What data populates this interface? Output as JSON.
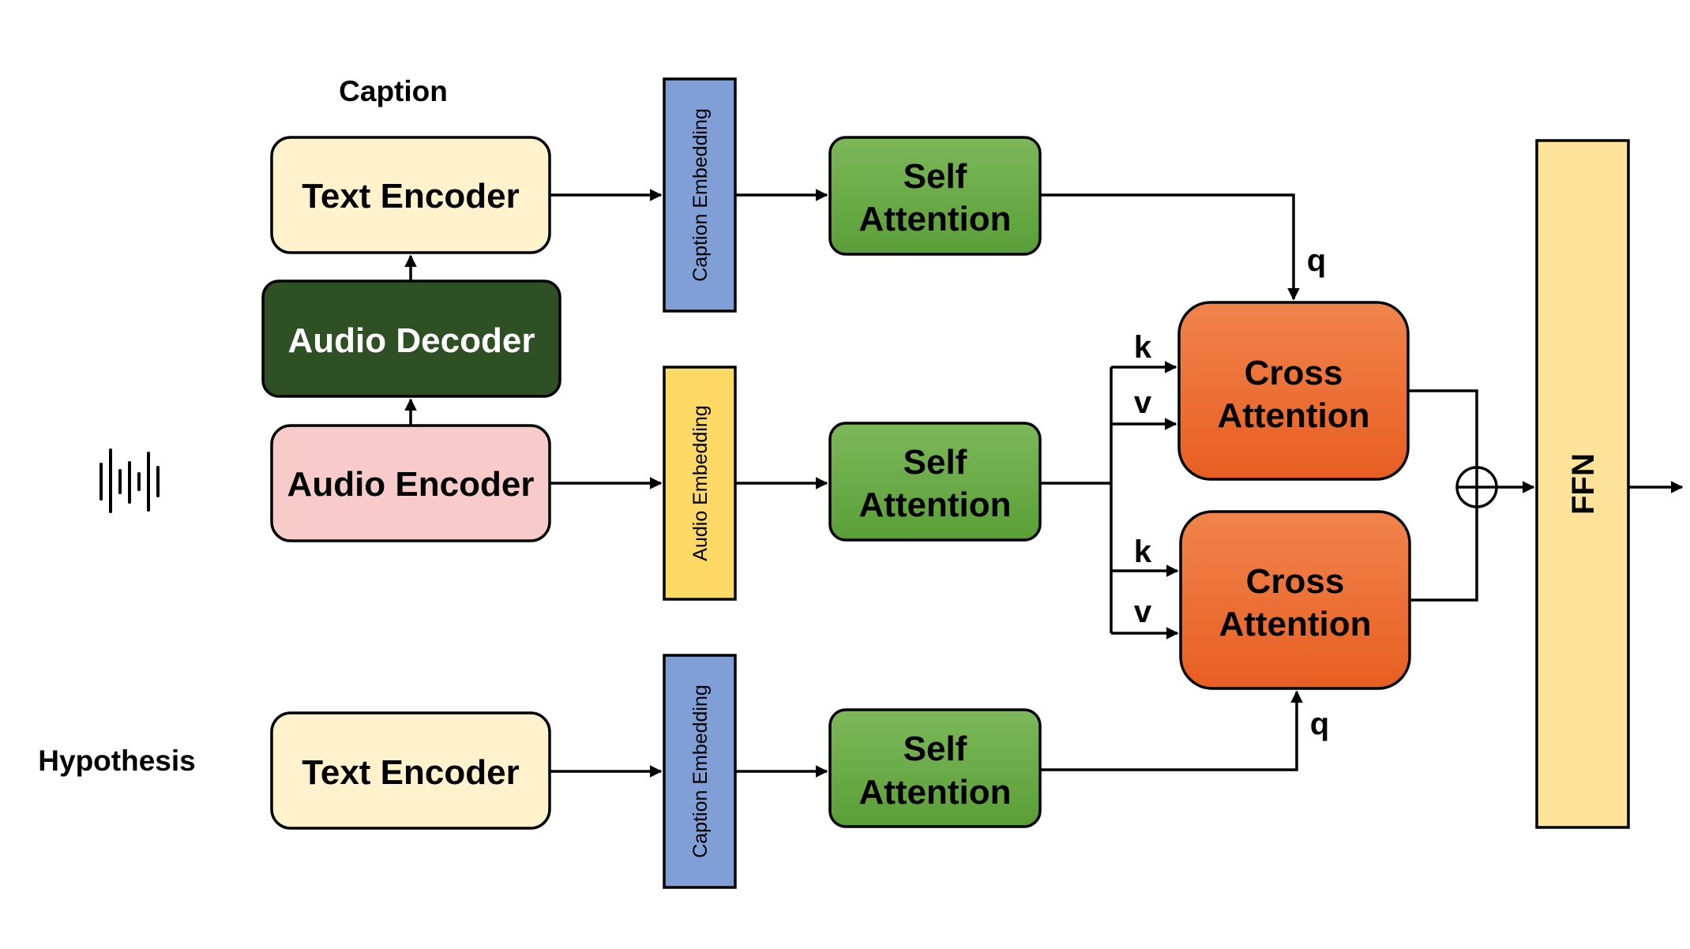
{
  "labels": {
    "caption": "Caption",
    "hypothesis": "Hypothesis"
  },
  "blocks": {
    "text_encoder_top": "Text Encoder",
    "audio_decoder": "Audio Decoder",
    "audio_encoder": "Audio Encoder",
    "text_encoder_bottom": "Text Encoder",
    "caption_embedding_top": "Caption Embedding",
    "audio_embedding": "Audio Embedding",
    "caption_embedding_bottom": "Caption Embedding",
    "self_attention_top": [
      "Self",
      "Attention"
    ],
    "self_attention_mid": [
      "Self",
      "Attention"
    ],
    "self_attention_bottom": [
      "Self",
      "Attention"
    ],
    "cross_attention_top": [
      "Cross",
      "Attention"
    ],
    "cross_attention_bottom": [
      "Cross",
      "Attention"
    ],
    "ffn": "FFN"
  },
  "edges": {
    "q_top": "q",
    "k_top": "k",
    "v_top": "v",
    "k_bottom": "k",
    "v_bottom": "v",
    "q_bottom": "q"
  },
  "icons": {
    "waveform": "waveform-icon",
    "sum": "plus-circle-icon"
  },
  "colors": {
    "text_encoder": "#FFF2CC",
    "audio_decoder": "#2F4F24",
    "audio_encoder": "#F8CBCB",
    "caption_embedding": "#7F9FD6",
    "audio_embedding": "#FFD966",
    "self_attention": "#6AAA46",
    "cross_attention": "#EE6A2D",
    "ffn": "#FDE29A"
  }
}
